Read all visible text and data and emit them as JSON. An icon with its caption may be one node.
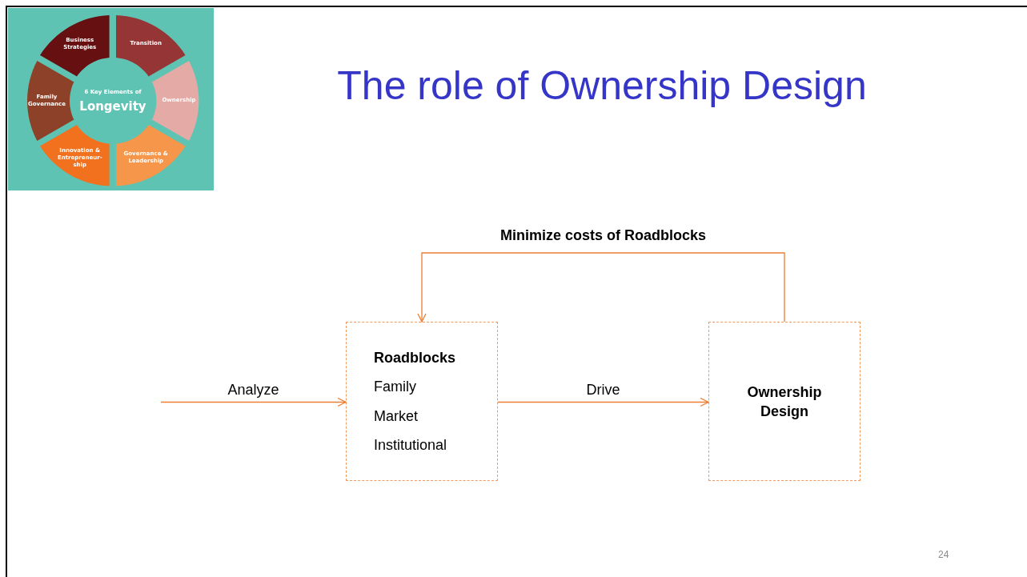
{
  "diagram": {
    "title": "The role of Ownership Design",
    "nodes": [
      {
        "text": [
          "Business Strategies"
        ]
      },
      {
        "text": [
          "Transition"
        ]
      },
      {
        "text": [
          "6 Key Elements of",
          "Longevity"
        ]
      },
      {
        "text": [
          "Family Governance"
        ]
      },
      {
        "text": [
          "Ownership"
        ]
      },
      {
        "text": [
          "Innovation & Entrepreneur-ship"
        ]
      },
      {
        "text": [
          "Governance & Leadership"
        ]
      },
      {
        "text": [
          "Roadblocks",
          "Family",
          "Market",
          "Institutional"
        ]
      },
      {
        "text": [
          "Ownership Design"
        ]
      }
    ],
    "edges": [
      {
        "from": null,
        "to": 7,
        "arrow": "to",
        "label": "Analyze"
      },
      {
        "from": 7,
        "to": 8,
        "arrow": "to",
        "label": "Drive"
      },
      {
        "from": 8,
        "to": 7,
        "arrow": "to",
        "label": "Minimize costs of Roadblocks"
      }
    ],
    "labels": [
      "24"
    ]
  }
}
